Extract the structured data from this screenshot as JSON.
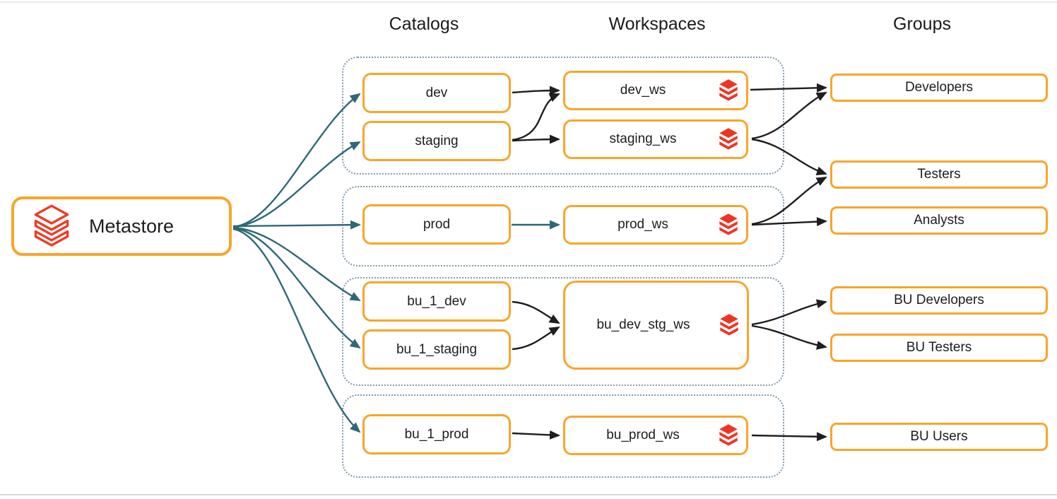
{
  "headers": {
    "catalogs": "Catalogs",
    "workspaces": "Workspaces",
    "groups": "Groups"
  },
  "metastore": {
    "label": "Metastore",
    "icon": "databricks-outline-icon"
  },
  "nodes": {
    "catalogs": {
      "dev": "dev",
      "staging": "staging",
      "prod": "prod",
      "bu_1_dev": "bu_1_dev",
      "bu_1_staging": "bu_1_staging",
      "bu_1_prod": "bu_1_prod"
    },
    "workspaces": {
      "dev_ws": "dev_ws",
      "staging_ws": "staging_ws",
      "prod_ws": "prod_ws",
      "bu_dev_stg_ws": "bu_dev_stg_ws",
      "bu_prod_ws": "bu_prod_ws"
    },
    "groups": {
      "developers": "Developers",
      "testers": "Testers",
      "analysts": "Analysts",
      "bu_developers": "BU Developers",
      "bu_testers": "BU Testers",
      "bu_users": "BU Users"
    }
  },
  "edges": [
    {
      "from": "Metastore",
      "to": "dev"
    },
    {
      "from": "Metastore",
      "to": "staging"
    },
    {
      "from": "Metastore",
      "to": "prod"
    },
    {
      "from": "Metastore",
      "to": "bu_1_dev"
    },
    {
      "from": "Metastore",
      "to": "bu_1_staging"
    },
    {
      "from": "Metastore",
      "to": "bu_1_prod"
    },
    {
      "from": "dev",
      "to": "dev_ws"
    },
    {
      "from": "staging",
      "to": "dev_ws"
    },
    {
      "from": "staging",
      "to": "staging_ws"
    },
    {
      "from": "prod",
      "to": "prod_ws"
    },
    {
      "from": "bu_1_dev",
      "to": "bu_dev_stg_ws"
    },
    {
      "from": "bu_1_staging",
      "to": "bu_dev_stg_ws"
    },
    {
      "from": "bu_1_prod",
      "to": "bu_prod_ws"
    },
    {
      "from": "dev_ws",
      "to": "Developers"
    },
    {
      "from": "staging_ws",
      "to": "Developers"
    },
    {
      "from": "staging_ws",
      "to": "Testers"
    },
    {
      "from": "prod_ws",
      "to": "Testers"
    },
    {
      "from": "prod_ws",
      "to": "Analysts"
    },
    {
      "from": "bu_dev_stg_ws",
      "to": "BU Developers"
    },
    {
      "from": "bu_dev_stg_ws",
      "to": "BU Testers"
    },
    {
      "from": "bu_prod_ws",
      "to": "BU Users"
    }
  ],
  "icons": {
    "metastore": "databricks-outline-icon",
    "workspace": "databricks-icon"
  },
  "colors": {
    "node_border": "#F8A52B",
    "databricks_red": "#EE3524",
    "metastore_arrow_teal": "#2E6878",
    "workspace_arrow_black": "#1E1E1E",
    "group_dotted_outline": "#8298AC"
  }
}
